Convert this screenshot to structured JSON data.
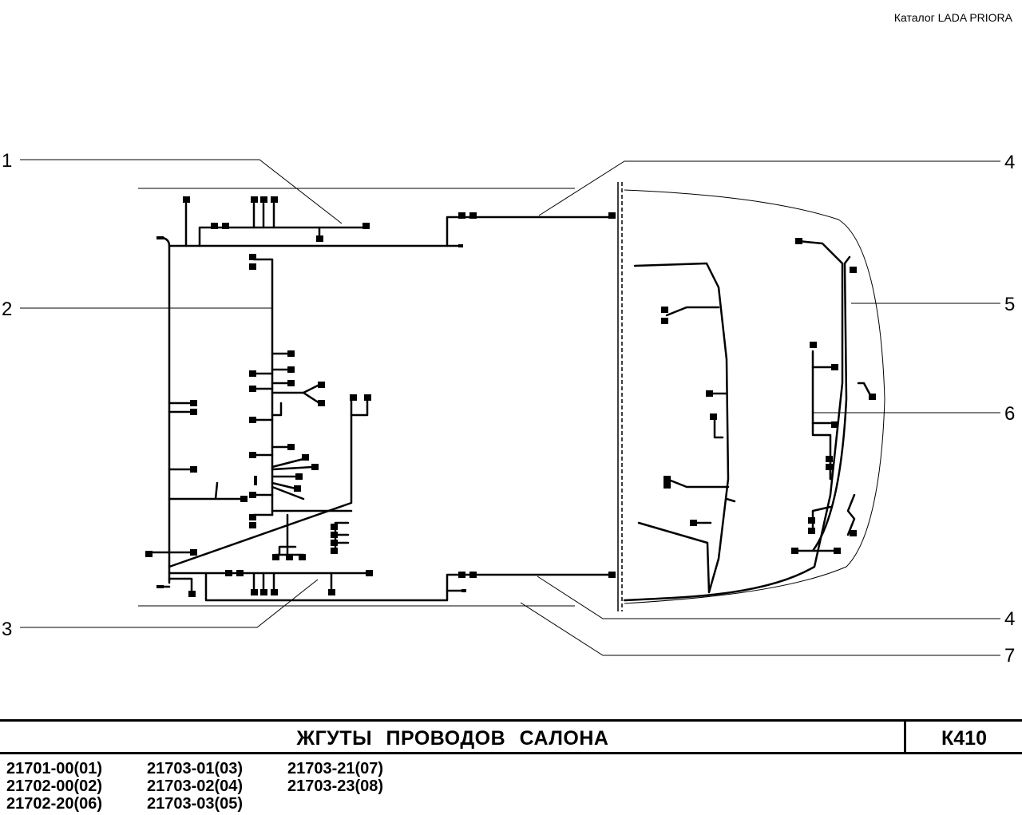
{
  "header": {
    "catalog_label": "Каталог  LADA  PRIORA"
  },
  "callouts": {
    "c1": "1",
    "c2": "2",
    "c3": "3",
    "c4_top": "4",
    "c5": "5",
    "c6": "6",
    "c4_bottom": "4",
    "c7": "7"
  },
  "title_block": {
    "title": "ЖГУТЫ   ПРОВОДОВ   САЛОНА",
    "code": "К410"
  },
  "parts": [
    [
      "21701-00(01)",
      "21702-00(02)",
      "21702-20(06)"
    ],
    [
      "21703-01(03)",
      "21703-02(04)",
      "21703-03(05)"
    ],
    [
      "21703-21(07)",
      "21703-23(08)"
    ]
  ]
}
